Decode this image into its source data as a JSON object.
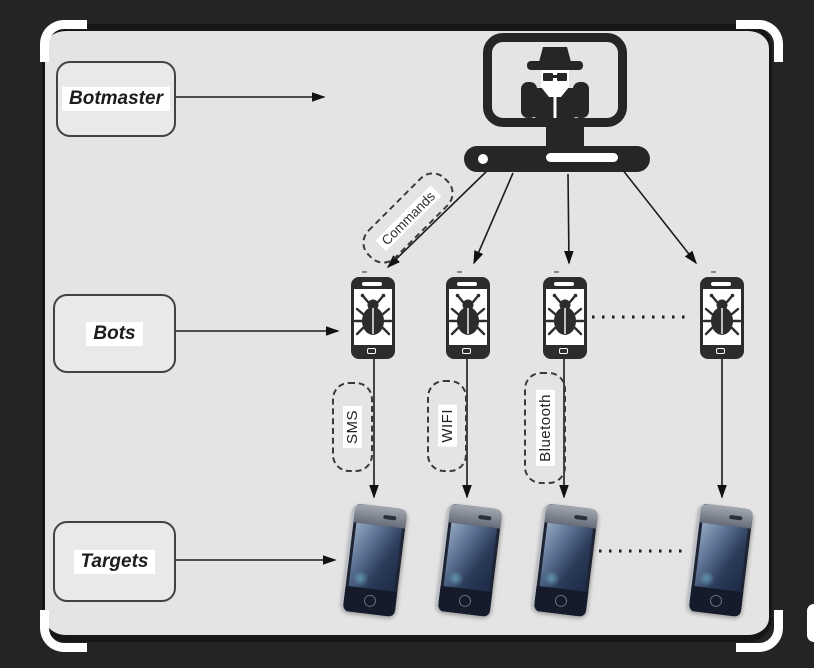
{
  "figure": {
    "nodes": {
      "botmaster": {
        "label": "Botmaster"
      },
      "bots": {
        "label": "Bots"
      },
      "targets": {
        "label": "Targets"
      }
    },
    "edge_labels": {
      "commands": "Commands",
      "sms": "SMS",
      "wifi": "WIFI",
      "bluetooth": "Bluetooth"
    },
    "counts": {
      "bot_devices": 4,
      "target_devices": 4
    },
    "icons": {
      "botmaster": "hacker-laptop-icon",
      "bot": "bug-phone-icon",
      "target": "smartphone-icon"
    },
    "colors": {
      "canvas_background": "#242424",
      "slide_background": "#e4e4e4",
      "ink": "#1c1c1c",
      "corner_accent": "#ffffff",
      "label_highlight": "#ffffff",
      "phone_body": "#1e2433",
      "screen_highlight": "#93a7c0"
    }
  }
}
